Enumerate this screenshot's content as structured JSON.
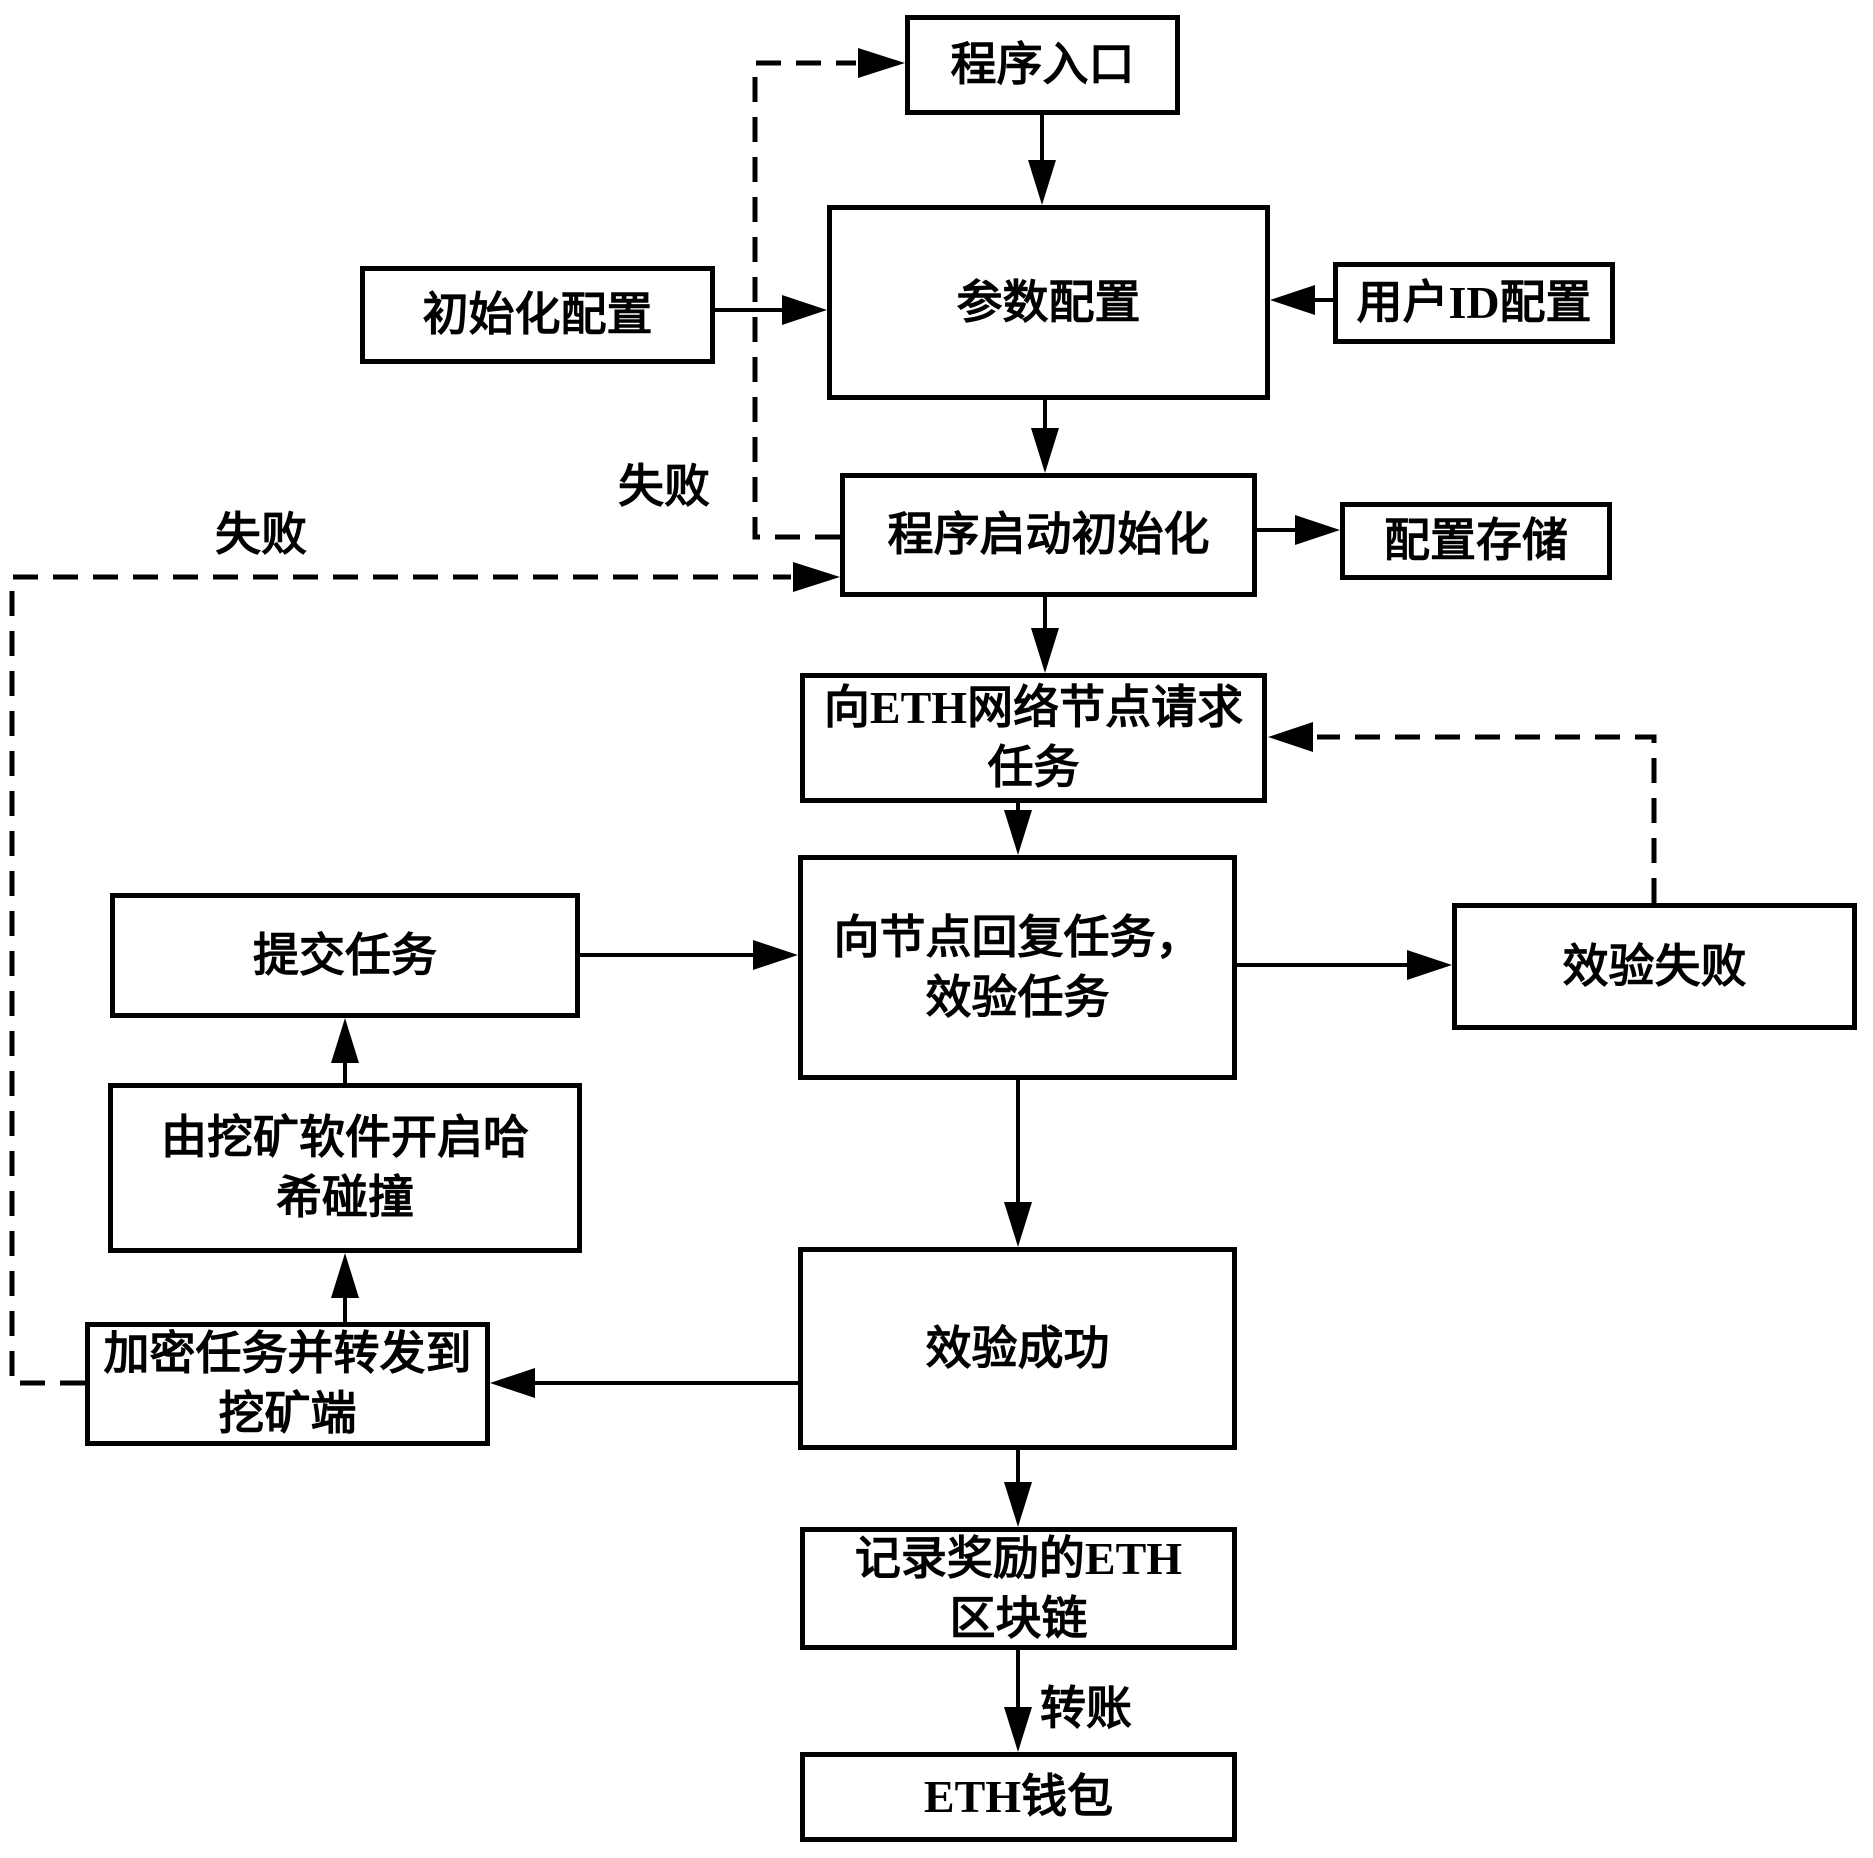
{
  "diagram": {
    "type": "flowchart",
    "colors": {
      "line": "#000000",
      "box_border": "#000000",
      "box_fill": "#ffffff",
      "background": "#ffffff"
    },
    "nodes": {
      "entry": {
        "label": "程序入口"
      },
      "init_config": {
        "label": "初始化配置"
      },
      "param_config": {
        "label": "参数配置"
      },
      "user_id_config": {
        "label": "用户ID配置"
      },
      "startup_init": {
        "label": "程序启动初始化"
      },
      "config_store": {
        "label": "配置存储"
      },
      "request_task": {
        "label": "向ETH网络节点请求\n任务"
      },
      "reply_task": {
        "label": "向节点回复任务，\n效验任务"
      },
      "submit_task": {
        "label": "提交任务"
      },
      "verify_fail": {
        "label": "效验失败"
      },
      "hash_collision": {
        "label": "由挖矿软件开启哈\n希碰撞"
      },
      "encrypt_forward": {
        "label": "加密任务并转发到\n挖矿端"
      },
      "verify_success": {
        "label": "效验成功"
      },
      "record_eth": {
        "label": "记录奖励的ETH\n区块链"
      },
      "eth_wallet": {
        "label": "ETH钱包"
      }
    },
    "edge_labels": {
      "fail_left": "失败",
      "fail_mid": "失败",
      "transfer": "转账"
    }
  }
}
